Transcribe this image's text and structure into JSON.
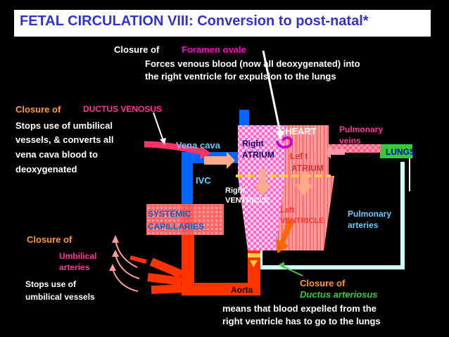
{
  "title": "FETAL CIRCULATION VIII: Conversion to post-natal*",
  "foramen": {
    "closure_label": "Closure of",
    "structure": "Foramen ovale",
    "line1": "Forces venous blood (now all deoxygenated) into",
    "line2": "the right ventricle for expulsion to the lungs"
  },
  "ductus_venosus": {
    "closure_label": "Closure of",
    "structure": "DUCTUS VENOSUS",
    "line1": "Stops use of umbilical",
    "line2": "vessels, & converts all",
    "line3": "vena cava blood to",
    "line4": "deoxygenated"
  },
  "umbilical": {
    "closure_label": "Closure of",
    "structure_line1": "Umbilical",
    "structure_line2": "arteries",
    "line1": "Stops use of",
    "line2": "umbilical vessels"
  },
  "ductus_arteriosus": {
    "closure_label": "Closure of",
    "structure": "Ductus arteriosus",
    "line1": "means that blood expelled from the",
    "line2": "right ventricle has to go to the lungs"
  },
  "labels": {
    "vena_cava": "Vena cava",
    "ivc": "IVC",
    "right_atrium_1": "Right",
    "right_atrium_2": "ATRIUM",
    "left_atrium_1": "Lef t",
    "left_atrium_2": "ATRIUM",
    "heart": "HEART",
    "right_ventricle_1": "Right",
    "right_ventricle_2": "VENTRICLE",
    "left_ventricle_1": "Left",
    "left_ventricle_2": "VENTRICLE",
    "systemic_1": "SYSTEMIC",
    "systemic_2": "CAPILLARIES",
    "pulmonary_veins_1": "Pulmonary",
    "pulmonary_veins_2": "veins",
    "lungs": "LUNGS",
    "pulmonary_arteries_1": "Pulmonary",
    "pulmonary_arteries_2": "arteries",
    "aorta": "Aorta"
  },
  "colors": {
    "background": "#000000",
    "title": "#3333cc",
    "oxygenated_red": "#ff3300",
    "deoxygenated_blue": "#0066ff",
    "pulmonary_cyan": "#ccffff",
    "heart_pink": "#ff99cc",
    "lungs_green": "#33cc33",
    "systemic_capillaries": "#ff6666"
  }
}
